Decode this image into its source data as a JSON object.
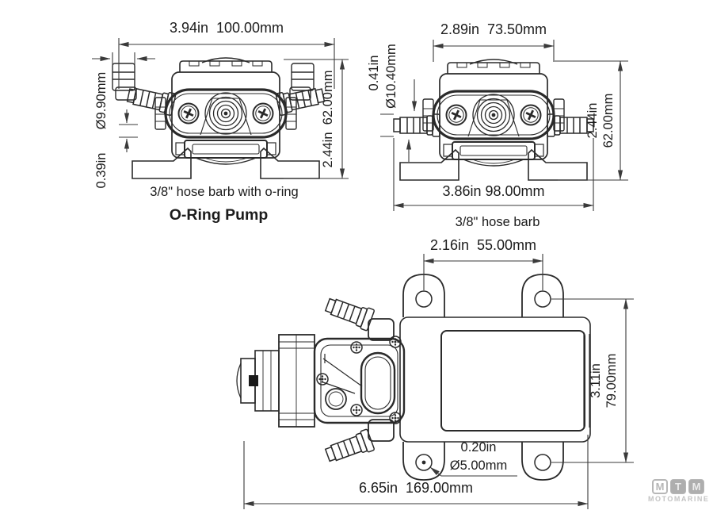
{
  "colors": {
    "line": "#2a2a2a",
    "text": "#1c1c1c",
    "logo_gray": "#b7b7b7"
  },
  "oring_view": {
    "width_dim": "3.94in  100.00mm",
    "barb_od": "Ø9.90mm",
    "barb_len": "0.39in",
    "height_dim": "2.44in  62.00mm",
    "caption": "3/8\" hose barb with o-ring",
    "title": "O-Ring Pump"
  },
  "barb_view": {
    "width_dim": "2.89in  73.50mm",
    "port_len": "0.41in",
    "port_od": "Ø10.40mm",
    "height_in": "2.44in",
    "height_mm": "62.00mm",
    "base_dim": "3.86in 98.00mm",
    "caption": "3/8\" hose barb"
  },
  "top_view": {
    "hole_spacing": "2.16in  55.00mm",
    "depth_in": "3.11in",
    "depth_mm": "79.00mm",
    "hole_in": "0.20in",
    "hole_mm": "Ø5.00mm",
    "length_dim": "6.65in  169.00mm"
  },
  "logo": {
    "m1": "M",
    "t": "T",
    "m2": "M",
    "name": "MOTOMARINE"
  }
}
